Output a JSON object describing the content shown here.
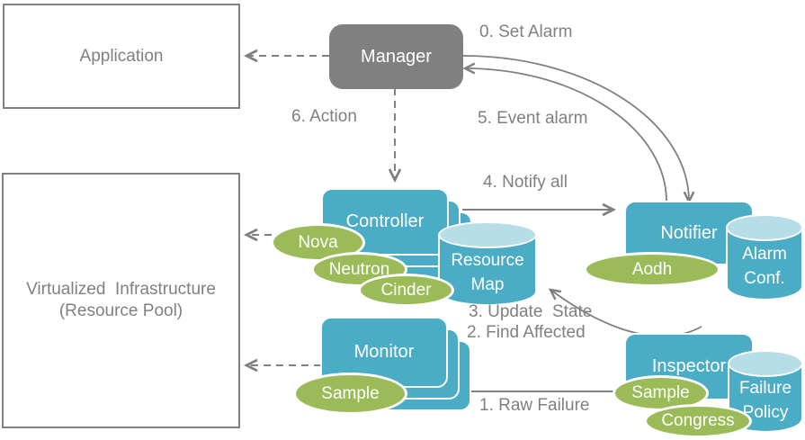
{
  "colors": {
    "accent_blue": "#4BACC6",
    "accent_blue_light": "#B7DEE8",
    "accent_green": "#9BBB59",
    "gray": "#808080",
    "box_text_white": "#FFFFFF"
  },
  "boxes": {
    "application": "Application",
    "virtualized_infrastructure": {
      "line1": "Virtualized  Infrastructure",
      "line2": "(Resource Pool)"
    },
    "manager": "Manager",
    "controller": "Controller",
    "monitor": "Monitor",
    "notifier": "Notifier",
    "inspector": "Inspector"
  },
  "cylinders": {
    "resource_map": {
      "line1": "Resource",
      "line2": "Map"
    },
    "alarm_conf": {
      "line1": "Alarm",
      "line2": "Conf."
    },
    "failure_policy": {
      "line1": "Failure",
      "line2": "Policy"
    }
  },
  "ellipses": {
    "nova": "Nova",
    "neutron": "Neutron",
    "cinder": "Cinder",
    "monitor_sample": "Sample",
    "aodh": "Aodh",
    "inspector_sample": "Sample",
    "congress": "Congress"
  },
  "step_labels": {
    "set_alarm": "0. Set Alarm",
    "raw_failure": "1. Raw Failure",
    "find_affected": "2. Find Affected",
    "update_state": "3. Update  State",
    "notify_all": "4. Notify all",
    "event_alarm": "5. Event alarm",
    "action": "6. Action"
  }
}
